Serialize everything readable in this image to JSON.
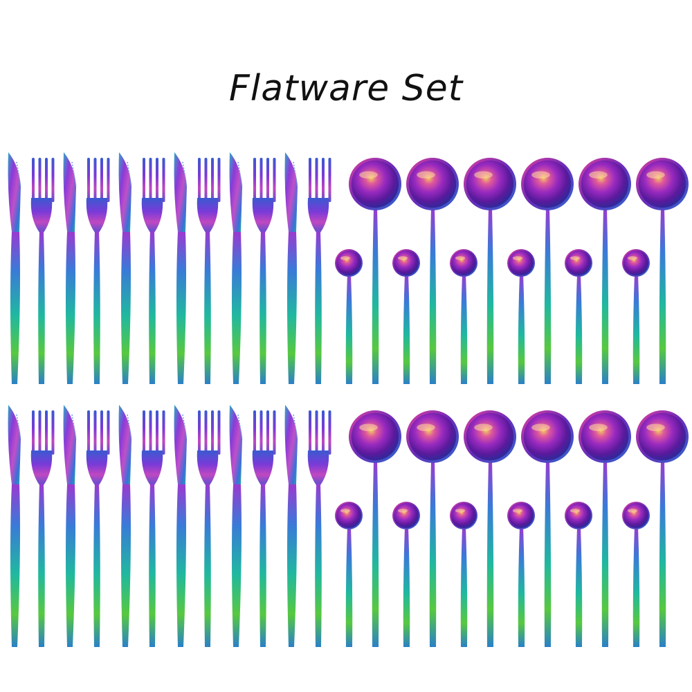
{
  "title": "Flatware Set",
  "colors": {
    "background": "#ffffff",
    "text": "#111111",
    "iridescent": [
      "#5a1a9c",
      "#b040d0",
      "#2a6ad8",
      "#18b8a0",
      "#5cc83a",
      "#c8c030",
      "#e0508a"
    ]
  },
  "image": {
    "subject": "flatware",
    "rows": 2,
    "per_row": {
      "knives": 6,
      "forks": 6,
      "large_spoons": 6,
      "small_spoons": 6
    }
  }
}
